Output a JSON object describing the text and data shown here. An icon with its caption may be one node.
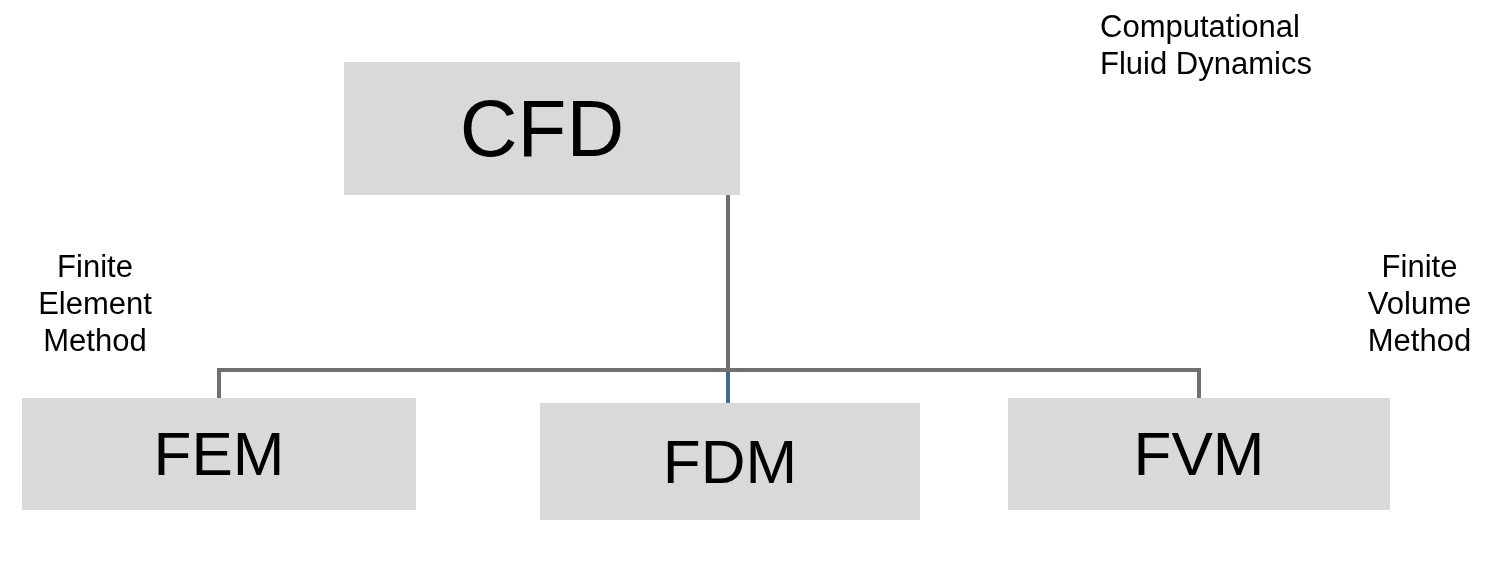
{
  "diagram": {
    "nodes": [
      {
        "text": [
          "CFD"
        ]
      },
      {
        "text": [
          "FEM"
        ],
        "beside": [
          "Finite Element Method"
        ]
      },
      {
        "text": [
          "FDM"
        ]
      },
      {
        "text": [
          "FVM"
        ],
        "beside": [
          "Finite Volume Method"
        ]
      }
    ],
    "labels": [
      "Computational Fluid Dynamics"
    ],
    "edges": [
      {
        "from": 0,
        "to": 1,
        "arrow": "none"
      },
      {
        "from": 0,
        "to": 2,
        "arrow": "none",
        "color": "#3f6d99"
      },
      {
        "from": 0,
        "to": 3,
        "arrow": "none"
      }
    ]
  }
}
